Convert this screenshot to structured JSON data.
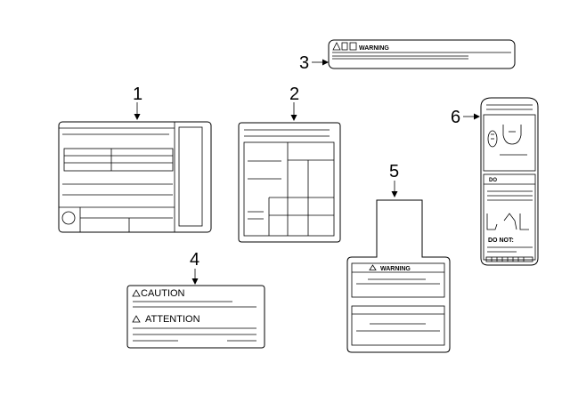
{
  "callouts": [
    "1",
    "2",
    "3",
    "4",
    "5",
    "6"
  ],
  "labels": {
    "warning_top": "WARNING",
    "caution": "CAUTION",
    "attention": "ATTENTION",
    "warning_tag": "WARNING",
    "do": "DO",
    "do_not": "DO NOT:"
  },
  "icons": {
    "triangle": "warning-triangle-icon"
  }
}
